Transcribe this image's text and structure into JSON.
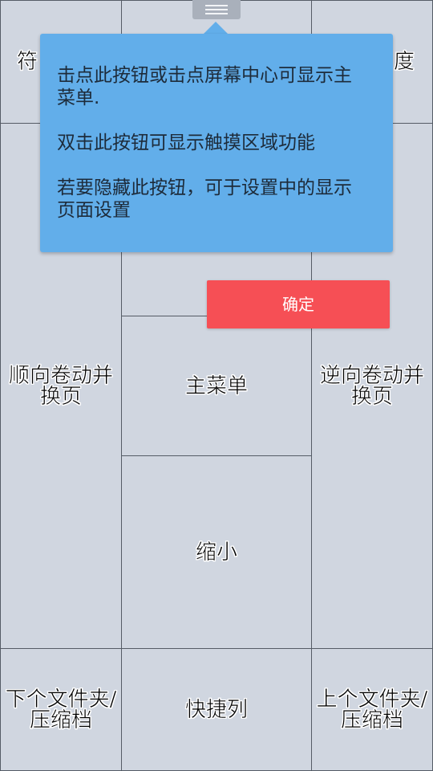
{
  "zones": {
    "top_left": "符",
    "top_right": "度",
    "scroll_forward": "顺向卷动并\n换页",
    "main_menu": "主菜单",
    "scroll_backward": "逆向卷动并\n换页",
    "zoom_out": "缩小",
    "next_folder": "下个文件夹/\n压缩档",
    "shortcut": "快捷列",
    "prev_folder": "上个文件夹/\n压缩档"
  },
  "tooltip": {
    "line1": "击点此按钮或击点屏幕中心可显示主菜单.",
    "line2": "双击此按钮可显示触摸区域功能",
    "line3": "若要隐藏此按钮，可于设置中的显示页面设置"
  },
  "confirm_label": "确定",
  "icons": {
    "handle": "menu-icon"
  },
  "colors": {
    "zone_bg": "#d0d6e0",
    "tooltip_bg": "#62aeea",
    "confirm_bg": "#f64f55"
  }
}
